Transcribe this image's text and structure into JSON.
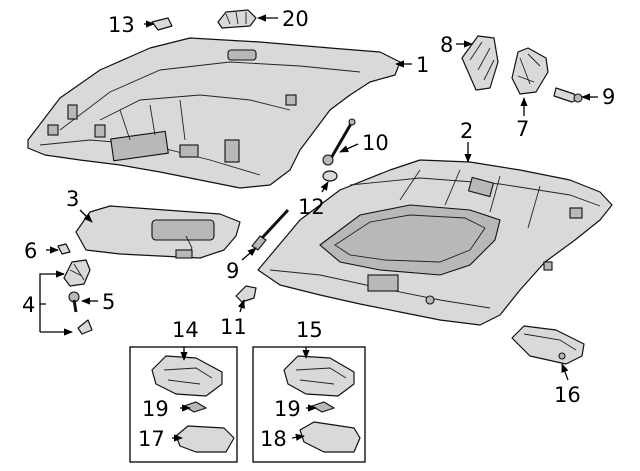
{
  "diagram": {
    "callouts": {
      "c1": "1",
      "c2": "2",
      "c3": "3",
      "c4": "4",
      "c5": "5",
      "c6": "6",
      "c7": "7",
      "c8": "8",
      "c9a": "9",
      "c9b": "9",
      "c10": "10",
      "c11": "11",
      "c12": "12",
      "c13": "13",
      "c14": "14",
      "c15": "15",
      "c16": "16",
      "c17": "17",
      "c18": "18",
      "c19a": "19",
      "c19b": "19",
      "c20": "20"
    }
  }
}
